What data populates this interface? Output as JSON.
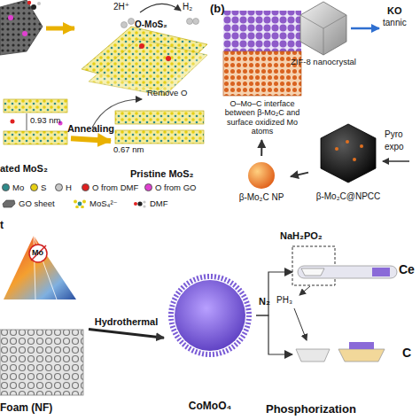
{
  "diagram": {
    "nodes": [
      {
        "text": [
          "O-MoS₂"
        ]
      },
      {
        "text": [
          "ated MoS₂"
        ]
      },
      {
        "text": [
          "Pristine MoS₂"
        ]
      },
      {
        "text": [
          "O–Mo–C interface between β-Mo₂C and surface oxidized Mo atoms"
        ]
      },
      {
        "text": [
          "ZIF-8 nanocrystal"
        ]
      },
      {
        "text": [
          "β-Mo₂C NP"
        ]
      },
      {
        "text": [
          "β-Mo₂C@NPCC"
        ]
      },
      {
        "text": [
          "Foam (NF)"
        ]
      },
      {
        "text": [
          "CoMoO₄"
        ]
      },
      {
        "text": [
          "Ce"
        ]
      },
      {
        "text": [
          "C"
        ]
      }
    ],
    "edges": [
      {
        "from": 1,
        "to": 2,
        "arrow": "to",
        "label": "Annealing"
      },
      {
        "from": 6,
        "to": 5,
        "arrow": "to"
      },
      {
        "from": 5,
        "to": 3,
        "arrow": "to"
      },
      {
        "from": 7,
        "to": 8,
        "arrow": "to",
        "label": "Hydrothermal"
      },
      {
        "from": 8,
        "to": 9,
        "arrow": "to"
      },
      {
        "from": 8,
        "to": 10,
        "arrow": "to"
      }
    ],
    "labels": [
      "2H⁺",
      "H₂",
      "0.93 nm",
      "Remove O",
      "0.67 nm",
      "(b)",
      "KO",
      "tannic",
      "Pyro",
      "expo",
      "t",
      "Mo",
      "N₂",
      "NaH₂PO₂",
      "PH₃",
      "Phosphorization"
    ],
    "legend": [
      {
        "text": "Mo",
        "color": "#2e8b8b"
      },
      {
        "text": "S",
        "color": "#e6cf12"
      },
      {
        "text": "H",
        "color": "#c8c8c8"
      },
      {
        "text": "O from DMF",
        "color": "#e02020"
      },
      {
        "text": "O from GO",
        "color": "#e040d0"
      },
      {
        "text": "GO sheet"
      },
      {
        "text": "MoS₄²⁻"
      },
      {
        "text": "DMF"
      }
    ]
  }
}
